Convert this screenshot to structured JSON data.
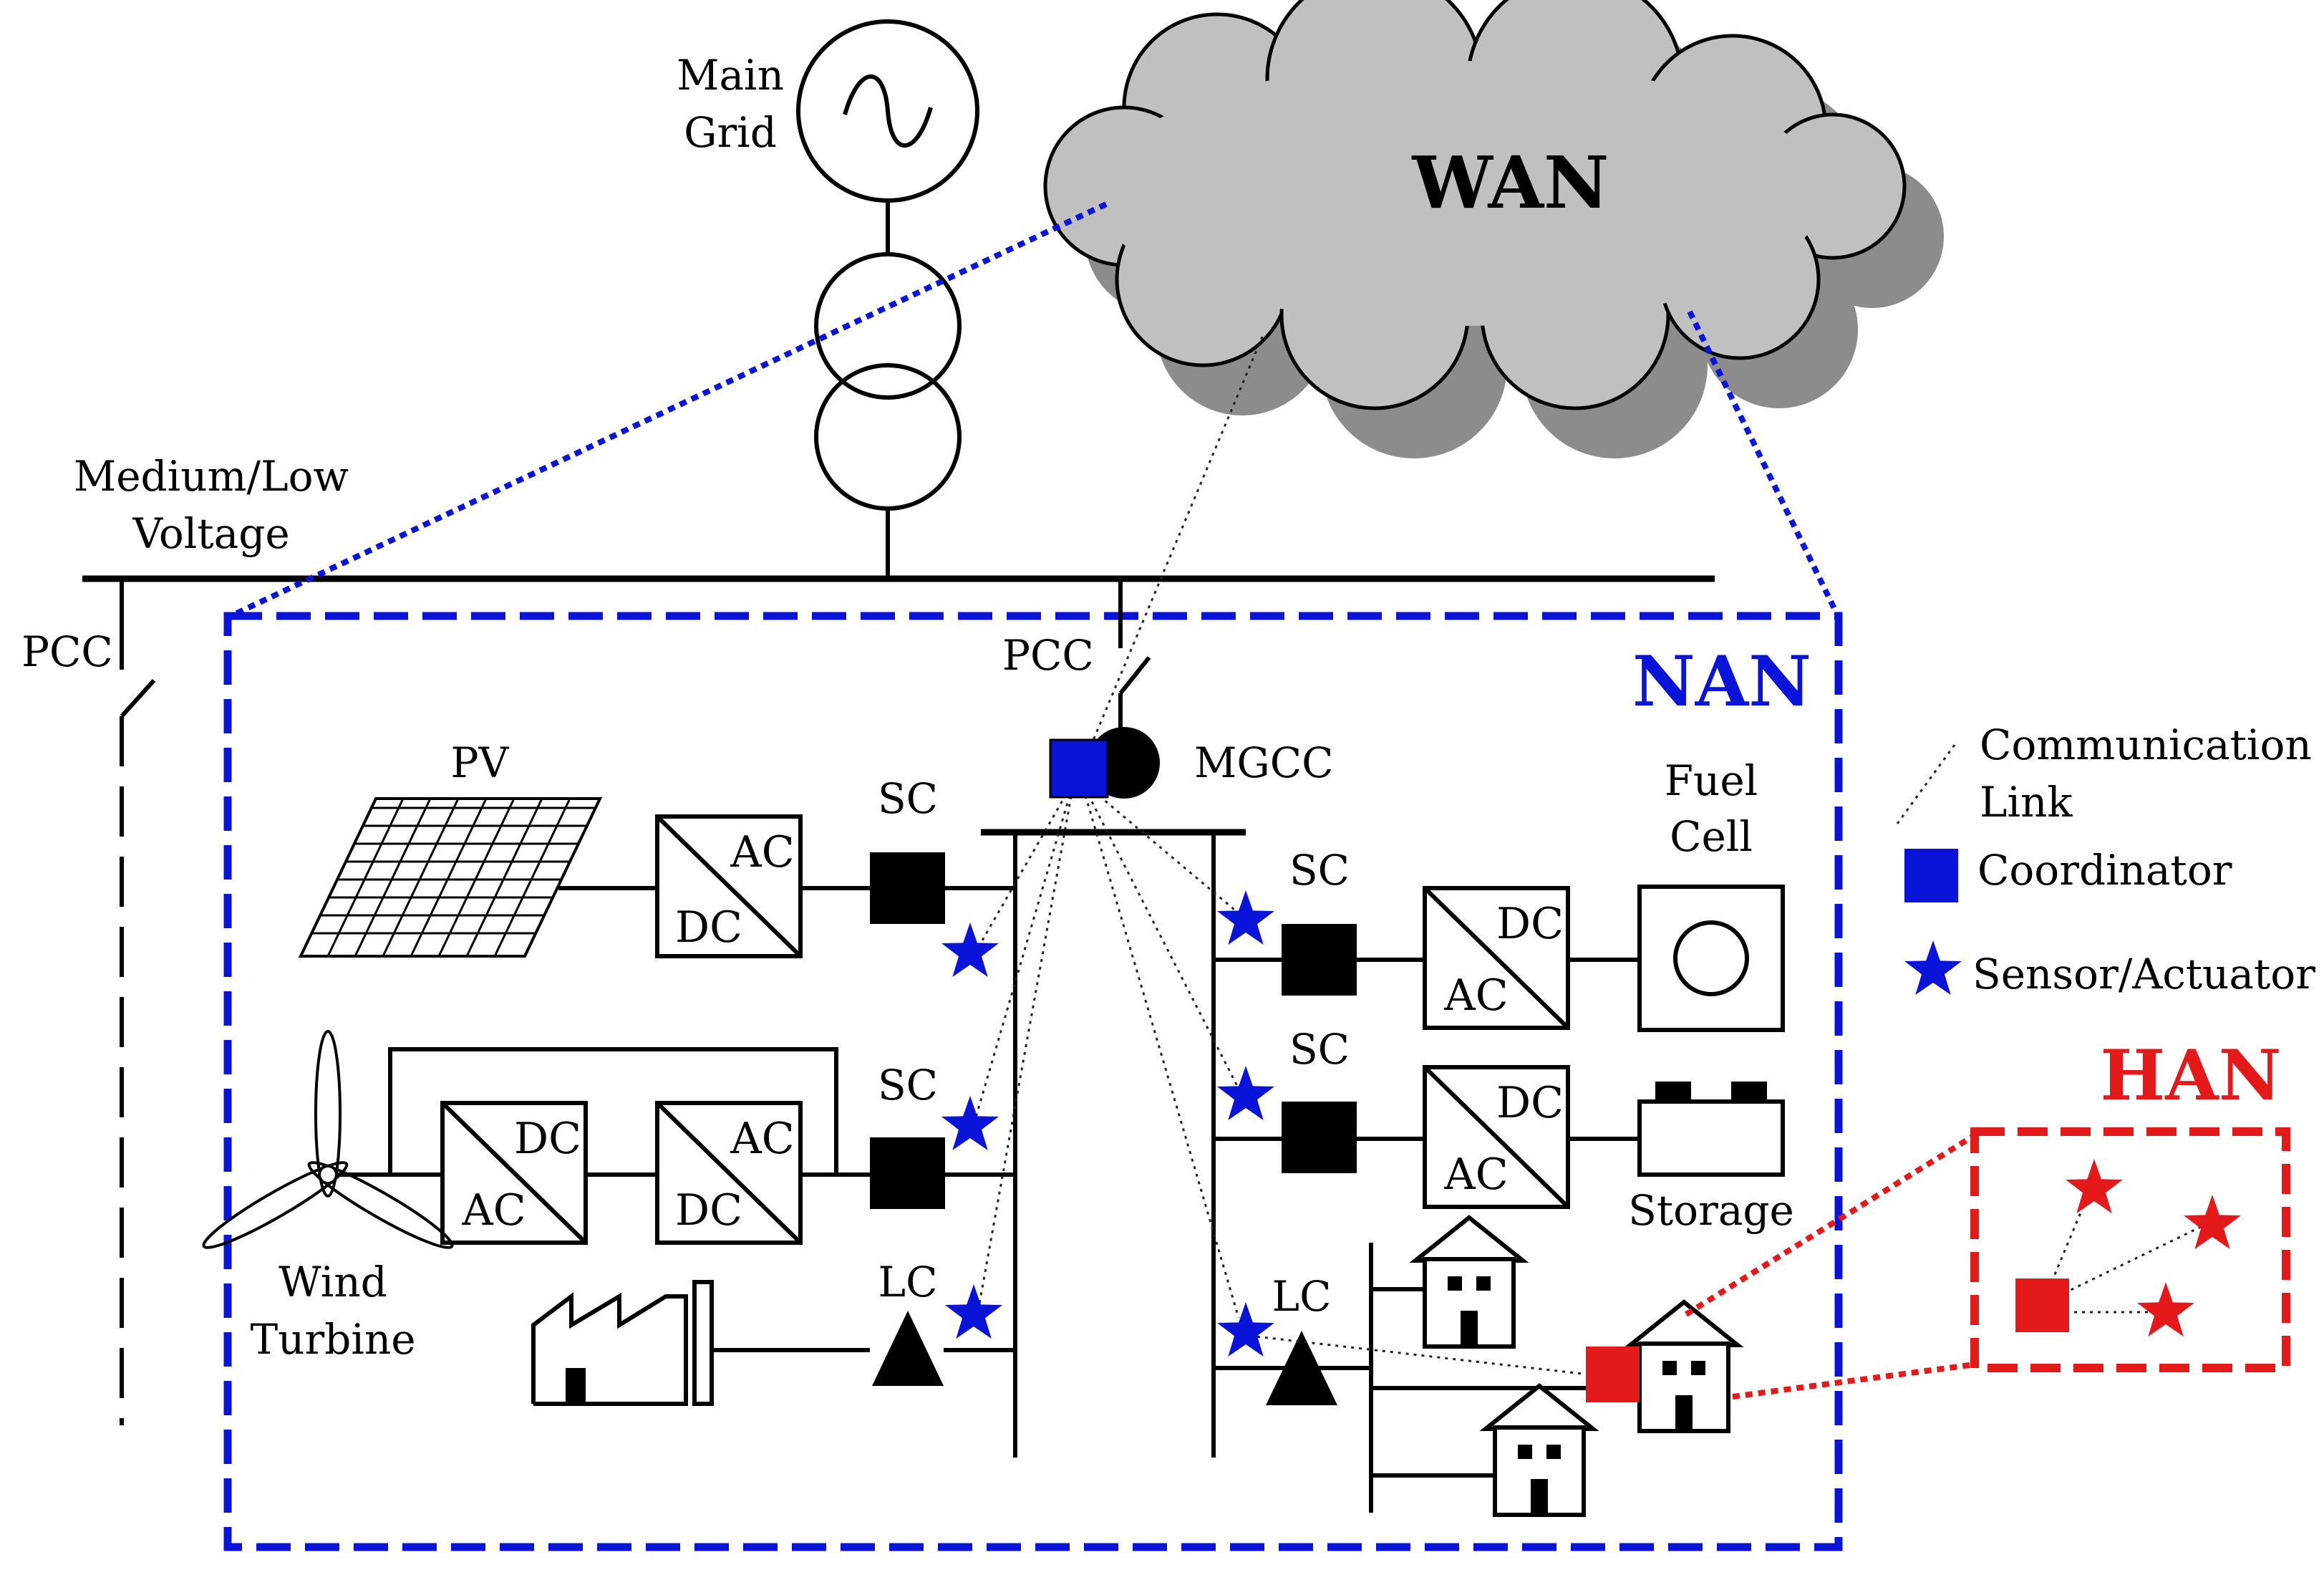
{
  "labels": {
    "main_grid_1": "Main",
    "main_grid_2": "Grid",
    "voltage_1": "Medium/Low",
    "voltage_2": "Voltage",
    "pcc_left": "PCC",
    "pcc_center": "PCC",
    "wan": "WAN",
    "nan": "NAN",
    "han": "HAN",
    "mgcc": "MGCC",
    "pv": "PV",
    "wind_1": "Wind",
    "wind_2": "Turbine",
    "fuel_1": "Fuel",
    "fuel_2": "Cell",
    "storage": "Storage",
    "sc_1": "SC",
    "sc_2": "SC",
    "sc_3": "SC",
    "sc_4": "SC",
    "lc_1": "LC",
    "lc_2": "LC"
  },
  "converters": {
    "pv_ac": "AC",
    "pv_dc": "DC",
    "wind1_dc": "DC",
    "wind1_ac": "AC",
    "wind2_ac": "AC",
    "wind2_dc": "DC",
    "fuel_dc": "DC",
    "fuel_ac": "AC",
    "stor_dc": "DC",
    "stor_ac": "AC"
  },
  "legend": {
    "link_1": "Communication",
    "link_2": "Link",
    "coordinator": "Coordinator",
    "sensor": "Sensor/Actuator"
  },
  "colors": {
    "nan_blue": "#0a14d8",
    "han_red": "#e41a1a",
    "cloud_gray": "#c0c0c0",
    "cloud_shadow": "#8c8c8c"
  }
}
